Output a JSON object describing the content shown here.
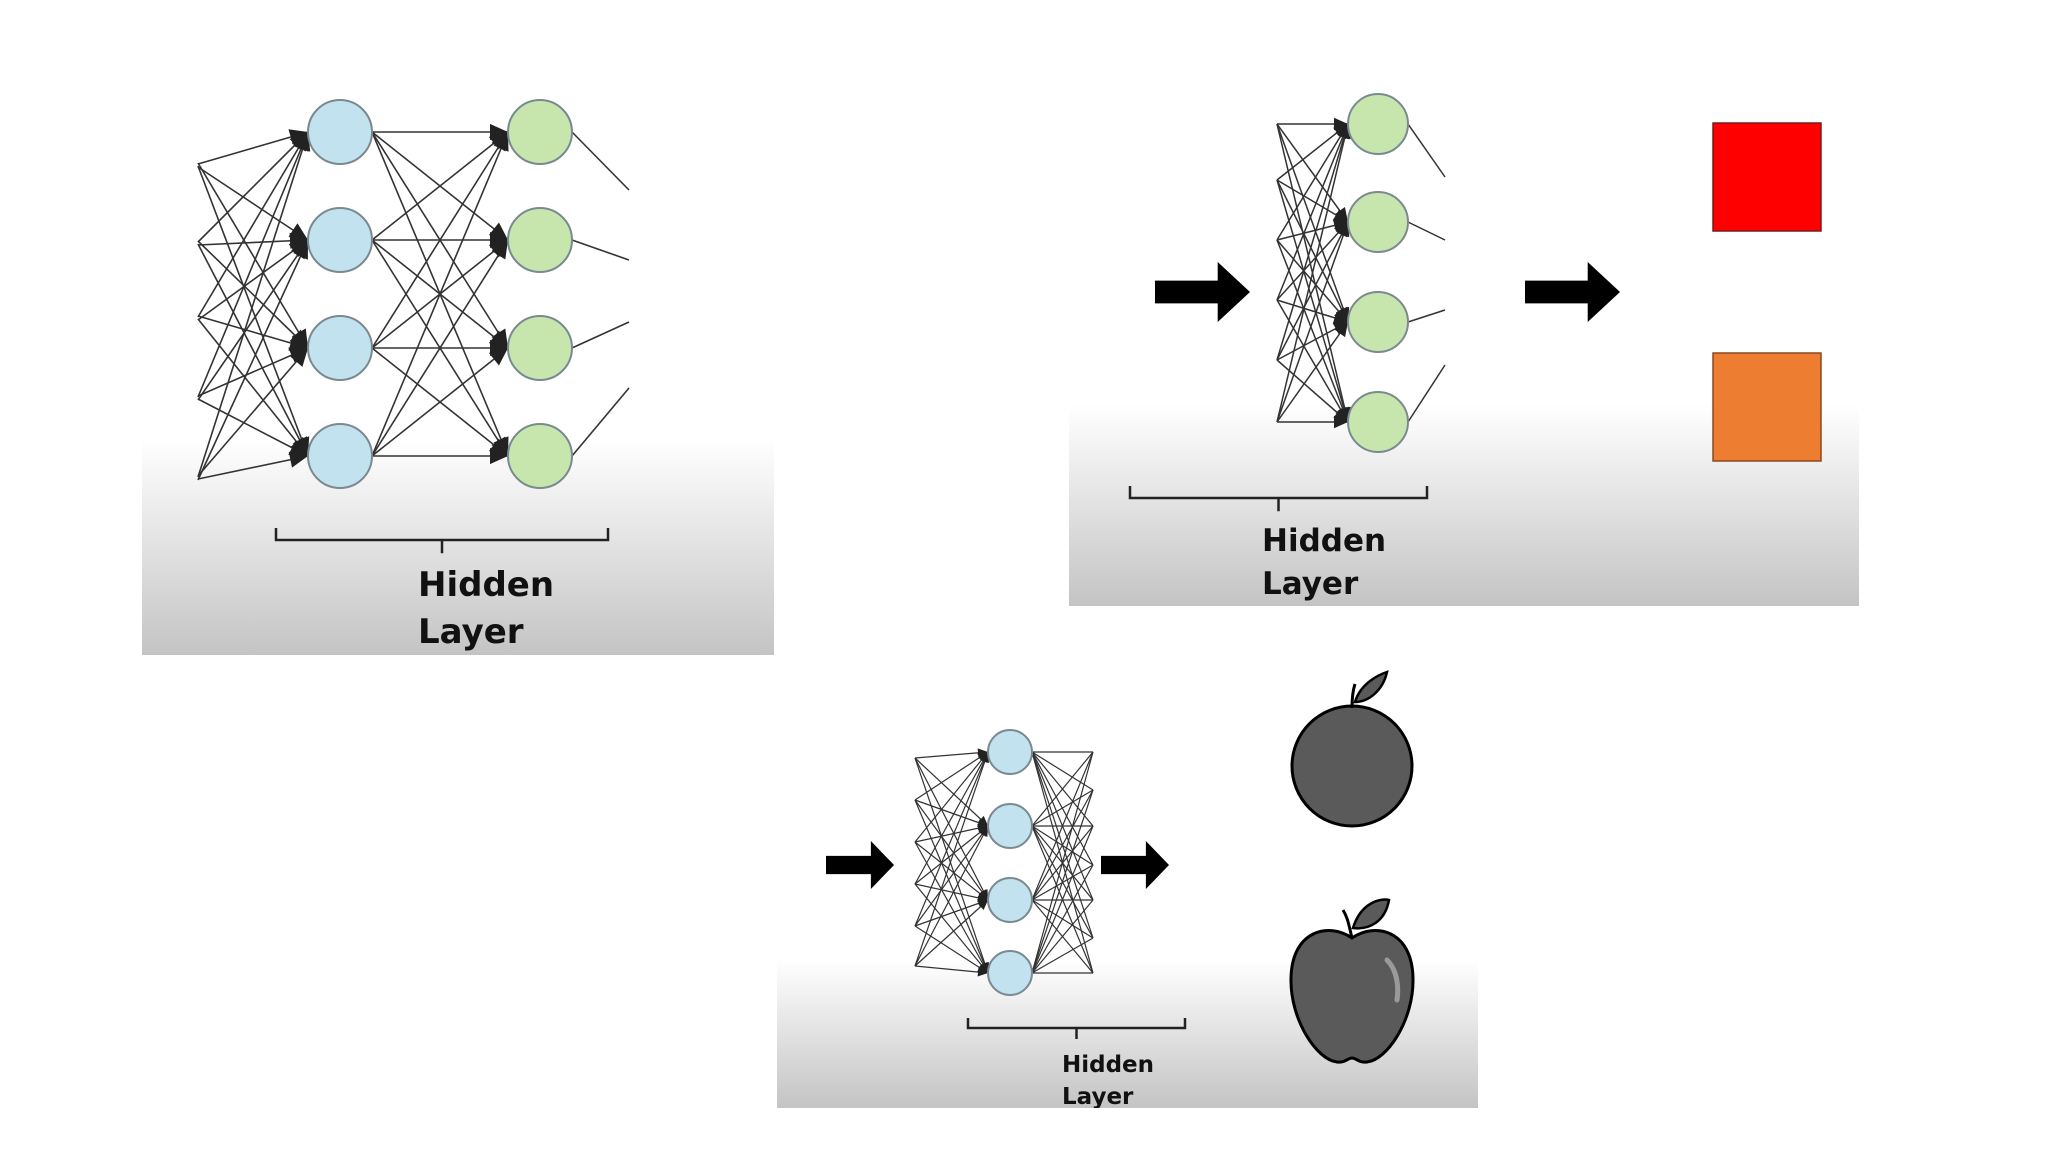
{
  "diagrams": [
    {
      "id": "top-left",
      "label_line1": "Hidden",
      "label_line2": "Layer",
      "layer_colors": [
        "#c3e2ef",
        "#c6e6ad"
      ]
    },
    {
      "id": "top-right",
      "label_line1": "Hidden",
      "label_line2": "Layer",
      "layer_colors": [
        "#c6e6ad"
      ],
      "outputs": [
        {
          "name": "red-square",
          "color": "#ff0000"
        },
        {
          "name": "orange-square",
          "color": "#ed7d31"
        }
      ]
    },
    {
      "id": "bottom",
      "label_line1": "Hidden",
      "label_line2": "Layer",
      "layer_colors": [
        "#c3e2ef"
      ],
      "outputs": [
        {
          "name": "orange-fruit-icon",
          "color": "#5a5a5a"
        },
        {
          "name": "apple-icon",
          "color": "#5a5a5a"
        }
      ]
    }
  ],
  "colors": {
    "edge": "#333333",
    "node_stroke": "#7a8a90",
    "arrow": "#000000",
    "fruit_stroke": "#000000"
  }
}
